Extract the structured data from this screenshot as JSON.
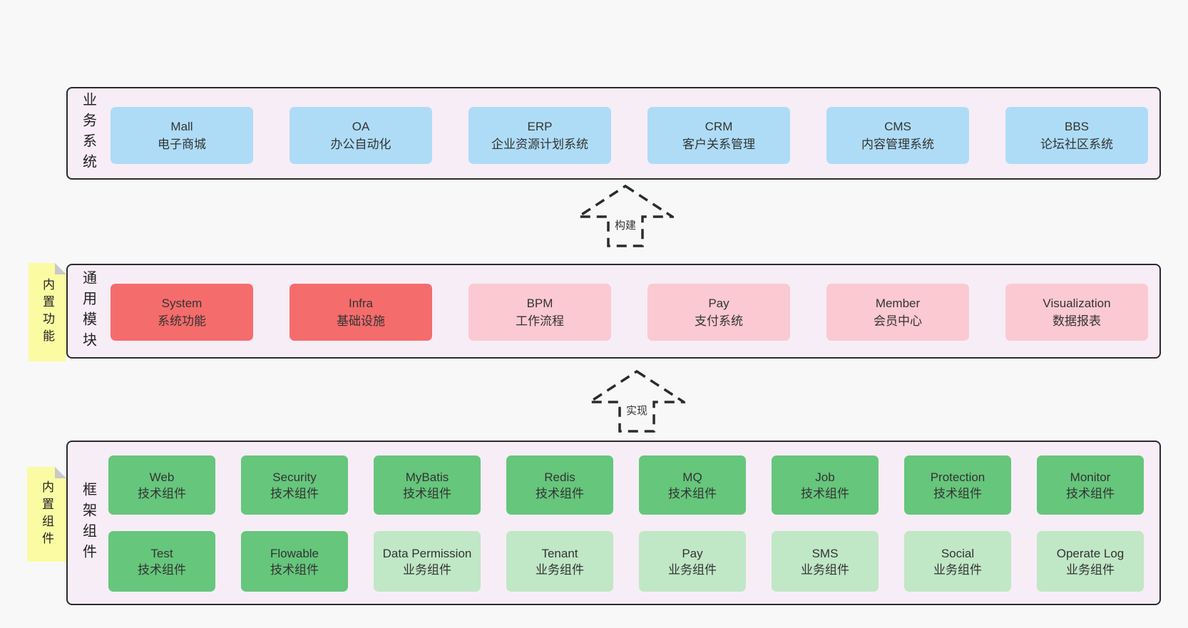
{
  "layers": [
    {
      "id": "business",
      "label": "业务系统",
      "boxes": [
        {
          "title": "Mall",
          "subtitle": "电子商城",
          "variant": "blue"
        },
        {
          "title": "OA",
          "subtitle": "办公自动化",
          "variant": "blue"
        },
        {
          "title": "ERP",
          "subtitle": "企业资源计划系统",
          "variant": "blue"
        },
        {
          "title": "CRM",
          "subtitle": "客户关系管理",
          "variant": "blue"
        },
        {
          "title": "CMS",
          "subtitle": "内容管理系统",
          "variant": "blue"
        },
        {
          "title": "BBS",
          "subtitle": "论坛社区系统",
          "variant": "blue"
        }
      ]
    },
    {
      "id": "modules",
      "label": "通用模块",
      "sticky": "内置功能",
      "boxes": [
        {
          "title": "System",
          "subtitle": "系统功能",
          "variant": "red"
        },
        {
          "title": "Infra",
          "subtitle": "基础设施",
          "variant": "red"
        },
        {
          "title": "BPM",
          "subtitle": "工作流程",
          "variant": "pink"
        },
        {
          "title": "Pay",
          "subtitle": "支付系统",
          "variant": "pink"
        },
        {
          "title": "Member",
          "subtitle": "会员中心",
          "variant": "pink"
        },
        {
          "title": "Visualization",
          "subtitle": "数据报表",
          "variant": "pink"
        }
      ]
    },
    {
      "id": "framework",
      "label": "框架组件",
      "sticky": "内置组件",
      "rows": [
        [
          {
            "title": "Web",
            "subtitle": "技术组件",
            "variant": "green"
          },
          {
            "title": "Security",
            "subtitle": "技术组件",
            "variant": "green"
          },
          {
            "title": "MyBatis",
            "subtitle": "技术组件",
            "variant": "green"
          },
          {
            "title": "Redis",
            "subtitle": "技术组件",
            "variant": "green"
          },
          {
            "title": "MQ",
            "subtitle": "技术组件",
            "variant": "green"
          },
          {
            "title": "Job",
            "subtitle": "技术组件",
            "variant": "green"
          },
          {
            "title": "Protection",
            "subtitle": "技术组件",
            "variant": "green"
          },
          {
            "title": "Monitor",
            "subtitle": "技术组件",
            "variant": "green"
          }
        ],
        [
          {
            "title": "Test",
            "subtitle": "技术组件",
            "variant": "green"
          },
          {
            "title": "Flowable",
            "subtitle": "技术组件",
            "variant": "green"
          },
          {
            "title": "Data Permission",
            "subtitle": "业务组件",
            "variant": "lightgreen"
          },
          {
            "title": "Tenant",
            "subtitle": "业务组件",
            "variant": "lightgreen"
          },
          {
            "title": "Pay",
            "subtitle": "业务组件",
            "variant": "lightgreen"
          },
          {
            "title": "SMS",
            "subtitle": "业务组件",
            "variant": "lightgreen"
          },
          {
            "title": "Social",
            "subtitle": "业务组件",
            "variant": "lightgreen"
          },
          {
            "title": "Operate Log",
            "subtitle": "业务组件",
            "variant": "lightgreen"
          }
        ]
      ]
    }
  ],
  "arrows": [
    {
      "label": "构建"
    },
    {
      "label": "实现"
    }
  ],
  "colors": {
    "page_bg": "#f8f8f8",
    "band_bg": "#f7edf6",
    "border": "#2b2b2b",
    "text": "#333333",
    "blue": "#aedcf7",
    "red": "#f56c6c",
    "pink": "#fbc9d2",
    "green": "#66c67c",
    "lightgreen": "#c0e7c6",
    "sticky_yellow": "#fbfba3",
    "sticky_fold": "#c9c9c9"
  }
}
